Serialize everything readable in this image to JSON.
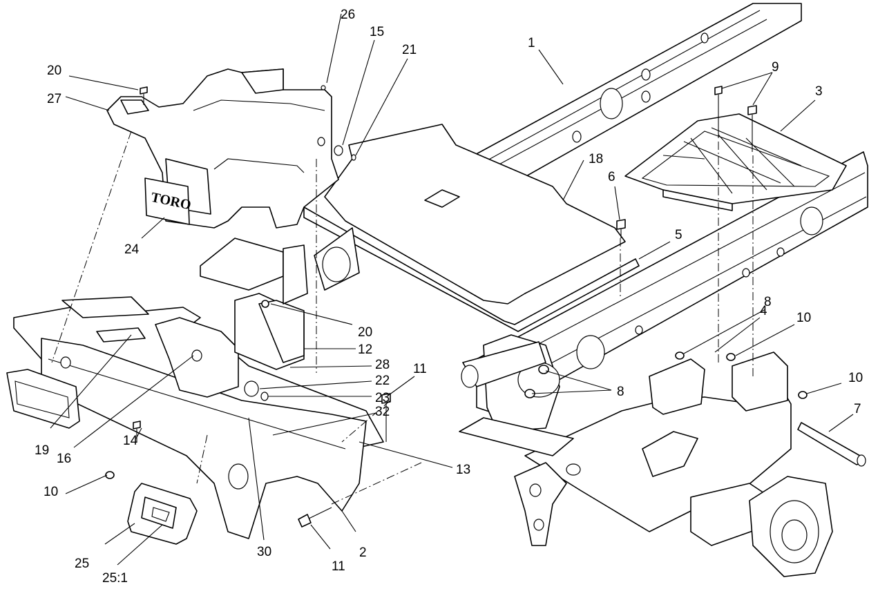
{
  "diagram": {
    "logo_text": "TORO",
    "callouts": [
      {
        "id": "c1",
        "text": "1"
      },
      {
        "id": "c2",
        "text": "2"
      },
      {
        "id": "c3",
        "text": "3"
      },
      {
        "id": "c4",
        "text": "4"
      },
      {
        "id": "c5",
        "text": "5"
      },
      {
        "id": "c6",
        "text": "6"
      },
      {
        "id": "c7",
        "text": "7"
      },
      {
        "id": "c8a",
        "text": "8"
      },
      {
        "id": "c8b",
        "text": "8"
      },
      {
        "id": "c9",
        "text": "9"
      },
      {
        "id": "c10a",
        "text": "10"
      },
      {
        "id": "c10b",
        "text": "10"
      },
      {
        "id": "c10c",
        "text": "10"
      },
      {
        "id": "c11a",
        "text": "11"
      },
      {
        "id": "c11b",
        "text": "11"
      },
      {
        "id": "c12",
        "text": "12"
      },
      {
        "id": "c13",
        "text": "13"
      },
      {
        "id": "c14",
        "text": "14"
      },
      {
        "id": "c15",
        "text": "15"
      },
      {
        "id": "c16",
        "text": "16"
      },
      {
        "id": "c18",
        "text": "18"
      },
      {
        "id": "c19",
        "text": "19"
      },
      {
        "id": "c20a",
        "text": "20"
      },
      {
        "id": "c20b",
        "text": "20"
      },
      {
        "id": "c21",
        "text": "21"
      },
      {
        "id": "c22",
        "text": "22"
      },
      {
        "id": "c23",
        "text": "23"
      },
      {
        "id": "c24",
        "text": "24"
      },
      {
        "id": "c25",
        "text": "25"
      },
      {
        "id": "c25-1",
        "text": "25:1"
      },
      {
        "id": "c26",
        "text": "26"
      },
      {
        "id": "c27",
        "text": "27"
      },
      {
        "id": "c28",
        "text": "28"
      },
      {
        "id": "c30",
        "text": "30"
      },
      {
        "id": "c32",
        "text": "32"
      }
    ]
  }
}
